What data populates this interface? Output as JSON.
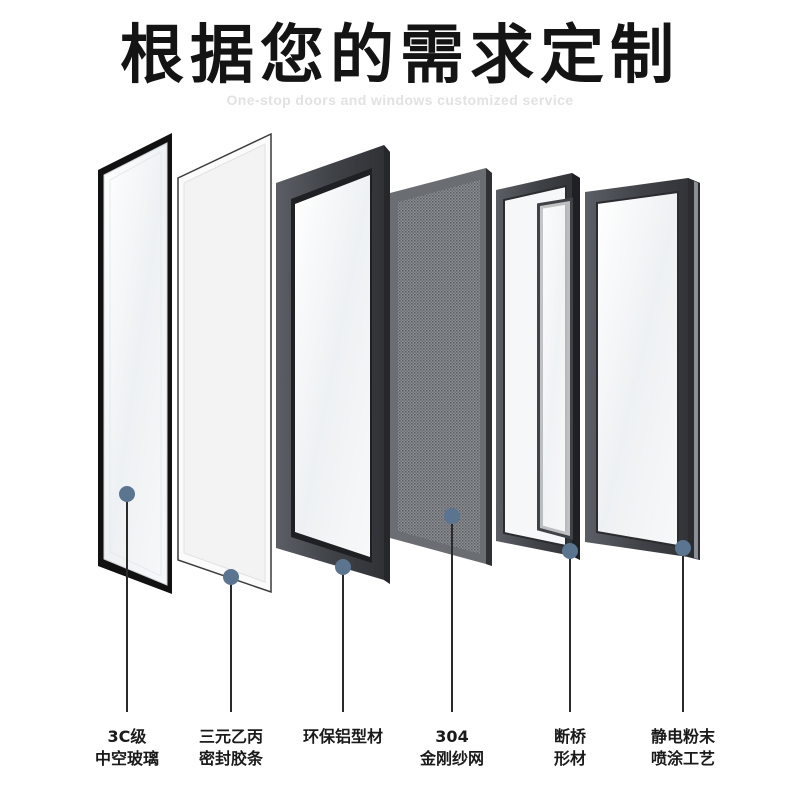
{
  "header": {
    "title": "根据您的需求定制",
    "subtitle": "One-stop doors and windows customized service"
  },
  "components": [
    {
      "label_line1": "3C级",
      "label_line2": "中空玻璃",
      "icon": "glass-pane-icon"
    },
    {
      "label_line1": "三元乙丙",
      "label_line2": "密封胶条",
      "icon": "seal-strip-icon"
    },
    {
      "label_line1": "环保铝型材",
      "label_line2": "",
      "icon": "aluminum-frame-icon"
    },
    {
      "label_line1": "304",
      "label_line2": "金刚纱网",
      "icon": "mesh-screen-icon"
    },
    {
      "label_line1": "断桥",
      "label_line2": "形材",
      "icon": "thermal-break-profile-icon"
    },
    {
      "label_line1": "静电粉末",
      "label_line2": "喷涂工艺",
      "icon": "powder-coating-icon"
    }
  ],
  "colors": {
    "marker": "#5b7490",
    "frame": "#4a4d52",
    "frame_dark": "#2c2e31",
    "glass": "#f4f6f8"
  }
}
